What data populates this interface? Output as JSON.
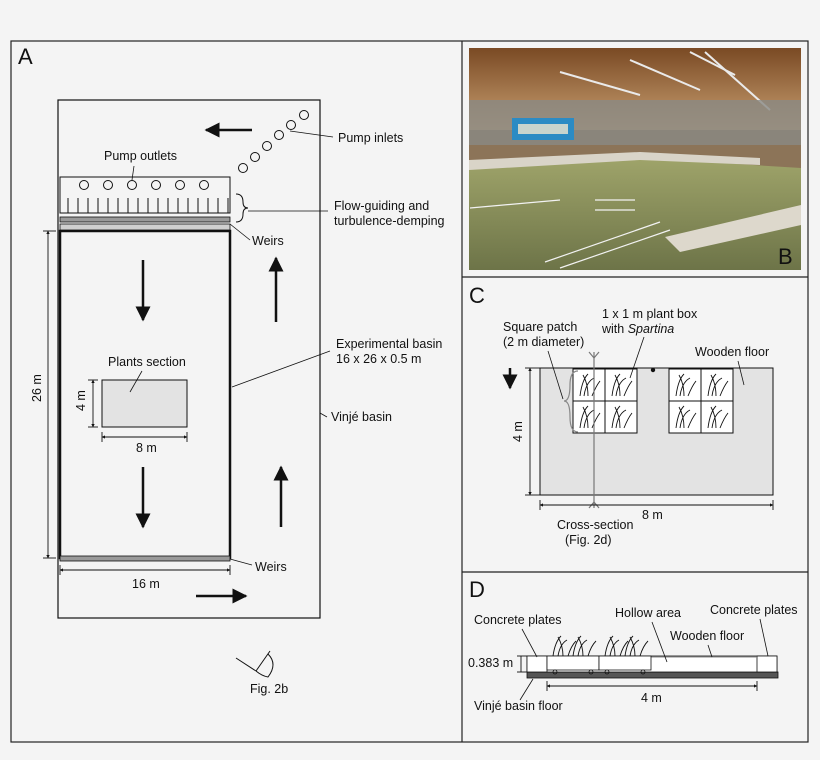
{
  "panels": {
    "a": {
      "letter": "A",
      "pump_inlets": "Pump inlets",
      "pump_outlets": "Pump outlets",
      "flow_guiding_line1": "Flow-guiding and",
      "flow_guiding_line2": "turbulence-demping",
      "weirs_top": "Weirs",
      "weirs_bottom": "Weirs",
      "exp_basin_line1": "Experimental basin",
      "exp_basin_line2": "16 x 26 x 0.5 m",
      "plants_section": "Plants section",
      "vinje_basin": "Vinjé basin",
      "dim_26": "26 m",
      "dim_16": "16 m",
      "dim_4": "4 m",
      "dim_8": "8 m",
      "fig_ref": "Fig. 2b"
    },
    "b": {
      "letter": "B"
    },
    "c": {
      "letter": "C",
      "square_patch_line1": "Square patch",
      "square_patch_line2": "(2 m diameter)",
      "plant_box_line1": "1 x 1 m plant box",
      "plant_box_line2_prefix": "with ",
      "plant_box_line2_italic": "Spartina",
      "wooden_floor": "Wooden floor",
      "dim_4": "4 m",
      "dim_8": "8 m",
      "cross_section_line1": "Cross-section",
      "cross_section_line2": "(Fig. 2d)"
    },
    "d": {
      "letter": "D",
      "concrete_left": "Concrete plates",
      "hollow_area": "Hollow area",
      "concrete_right": "Concrete plates",
      "wooden_floor": "Wooden floor",
      "height": "0.383 m",
      "vinje_floor": "Vinjé basin floor",
      "dim_4": "4 m"
    }
  }
}
